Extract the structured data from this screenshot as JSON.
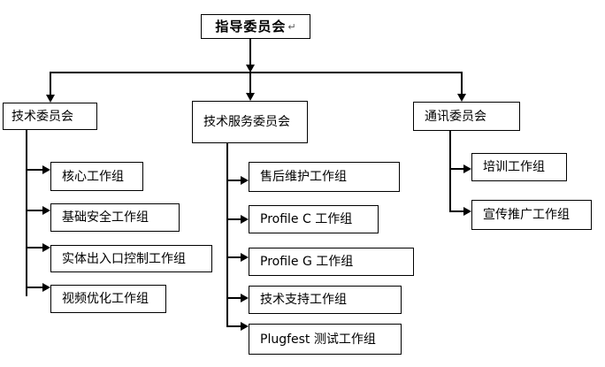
{
  "chart": {
    "type": "org-chart",
    "root": {
      "label": "指导委员会",
      "mark": "↵"
    },
    "committees": [
      {
        "label": "技术委员会",
        "groups": [
          "核心工作组",
          "基础安全工作组",
          "实体出入口控制工作组",
          "视频优化工作组"
        ]
      },
      {
        "label": "技术服务委员会",
        "groups": [
          "售后维护工作组",
          "Profile C 工作组",
          "Profile G 工作组",
          "技术支持工作组",
          "Plugfest 测试工作组"
        ]
      },
      {
        "label": "通讯委员会",
        "groups": [
          "培训工作组",
          "宣传推广工作组"
        ]
      }
    ]
  },
  "colors": {
    "background": "#ffffff",
    "box_border": "#000000",
    "line": "#000000",
    "text": "#000000"
  }
}
